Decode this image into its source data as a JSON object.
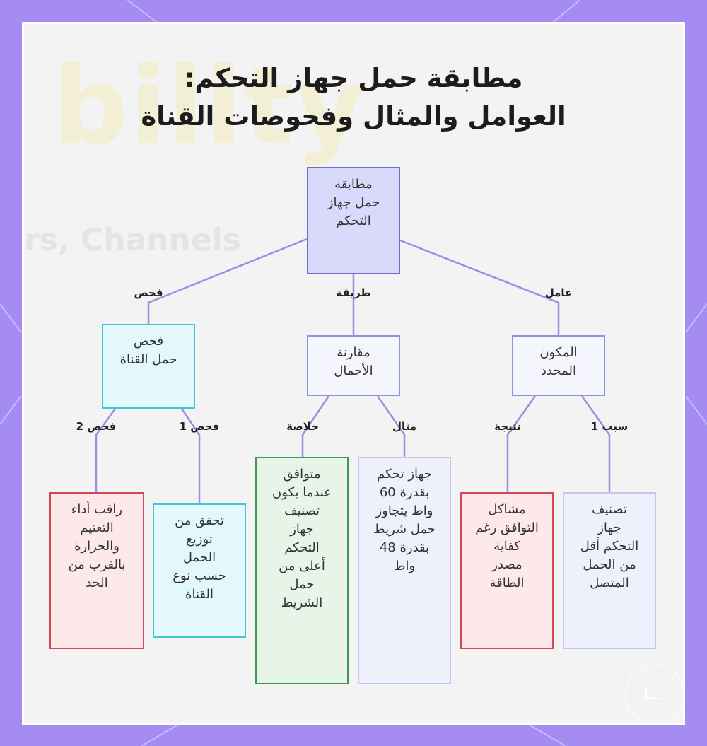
{
  "title": {
    "line1": "مطابقة حمل جهاز التحكم:",
    "line2": "العوامل والمثال وفحوصات القناة"
  },
  "watermark": {
    "big": "bility",
    "small": "rs, Channels"
  },
  "nodes": {
    "root": "مطابقة\nحمل جهاز\nالتحكم",
    "channel_check": "فحص\nحمل القناة",
    "load_compare": "مقارنة\nالأحمال",
    "specific_component": "المكون\nالمحدد",
    "monitor": "راقب أداء\nالتعتيم\nوالحرارة\nبالقرب من\nالحد",
    "verify": "تحقق من\nتوزيع\nالحمل\nحسب نوع\nالقناة",
    "compatible": "متوافق\nعندما يكون\nتصنيف\nجهاز\nالتحكم\nأعلى من\nحمل\nالشريط",
    "example": "جهاز تحكم\nبقدرة 60\nواط يتجاوز\nحمل شريط\nبقدرة 48\nواط",
    "issues": "مشاكل\nالتوافق رغم\nكفاية\nمصدر\nالطاقة",
    "rating": "تصنيف\nجهاز\nالتحكم أقل\nمن الحمل\nالمتصل"
  },
  "edge_labels": {
    "check": "فحص",
    "method": "طريقة",
    "factor": "عامل",
    "check2": "فحص 2",
    "check1": "فحص 1",
    "conclusion": "خلاصة",
    "example": "مثال",
    "result": "نتيجة",
    "cause1": "سبب 1"
  },
  "colors": {
    "frame": "#a48cf2",
    "edge": "#a58ae0",
    "root_fill": "#d9d9fc",
    "cyan_border": "#45c3d8",
    "red_border": "#d34756",
    "green_border": "#3e9a4d"
  }
}
